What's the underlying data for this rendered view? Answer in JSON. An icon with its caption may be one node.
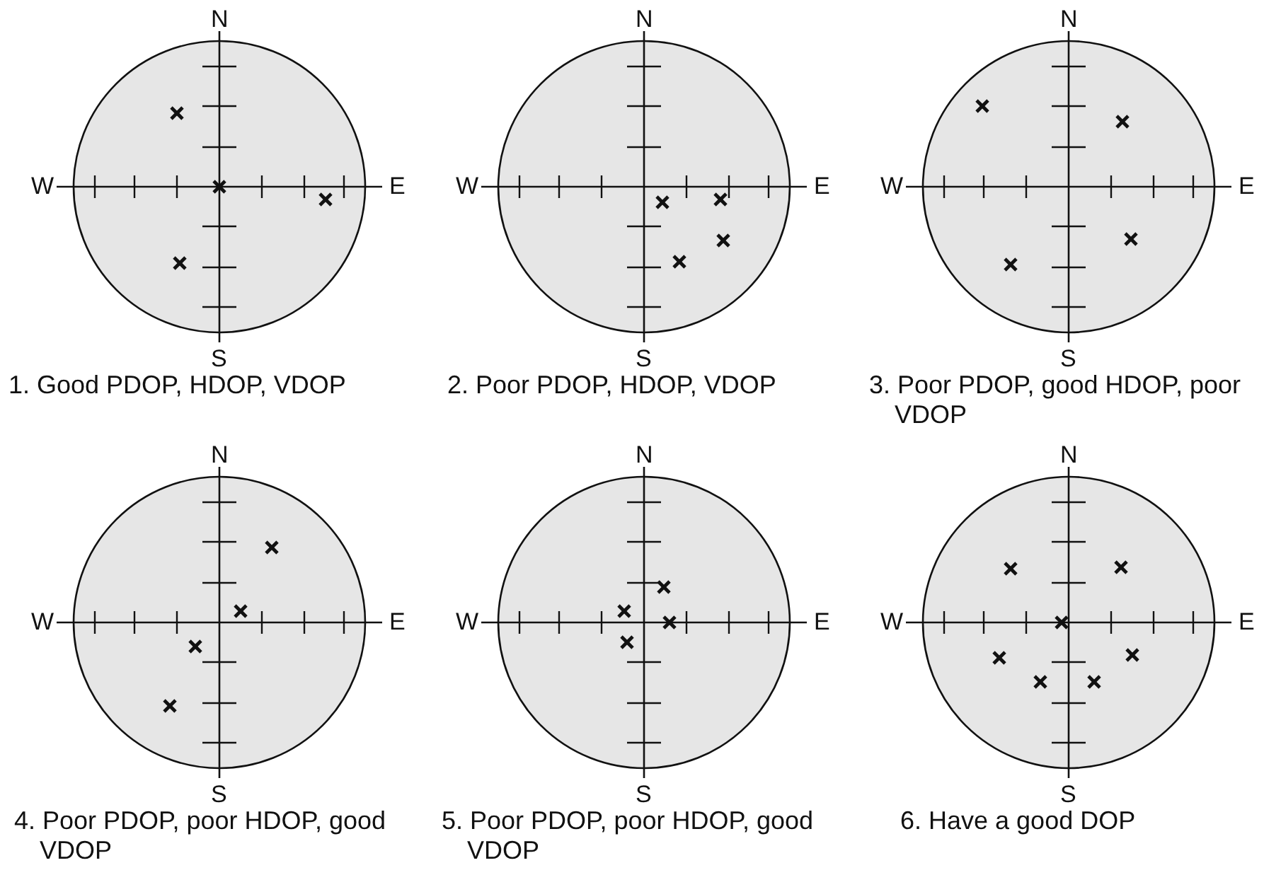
{
  "diagram": {
    "labels": [
      "N",
      "W",
      "E",
      "S",
      "1. Good PDOP, HDOP, VDOP",
      "N",
      "W",
      "E",
      "S",
      "2. Poor PDOP, HDOP, VDOP",
      "N",
      "W",
      "E",
      "S",
      "3. Poor PDOP, good HDOP, poor VDOP",
      "N",
      "W",
      "E",
      "S",
      "4. Poor PDOP, poor HDOP, good VDOP",
      "N",
      "W",
      "E",
      "S",
      "5. Poor PDOP, poor HDOP, good VDOP",
      "N",
      "W",
      "E",
      "S",
      "6. Have a good DOP"
    ]
  }
}
